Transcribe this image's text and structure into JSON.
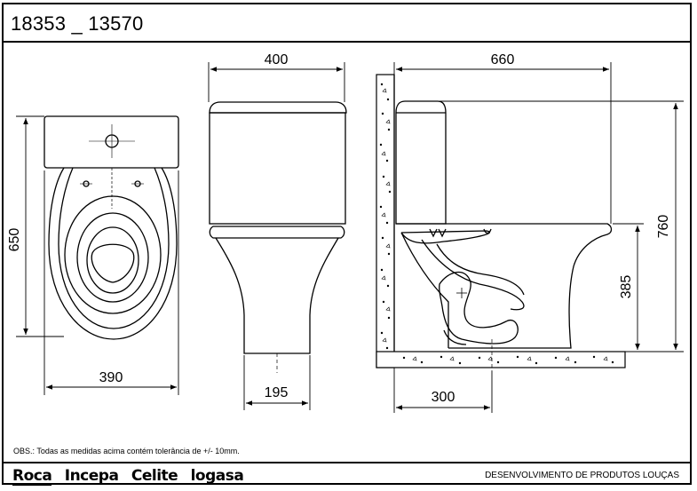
{
  "title": "18353 _ 13570",
  "dimensions": {
    "top_view_length": "650",
    "top_view_width": "390",
    "front_tank_width": "400",
    "front_base_width": "195",
    "side_depth": "660",
    "side_height": "760",
    "side_seat_height": "385",
    "side_outlet_distance": "300"
  },
  "note": "OBS.: Todas as medidas acima contém tolerância de +/- 10mm.",
  "footer": {
    "brands": [
      "Roca",
      "Incepa",
      "Celite",
      "logasa"
    ],
    "department": "DESENVOLVIMENTO DE  PRODUTOS LOUÇAS"
  }
}
